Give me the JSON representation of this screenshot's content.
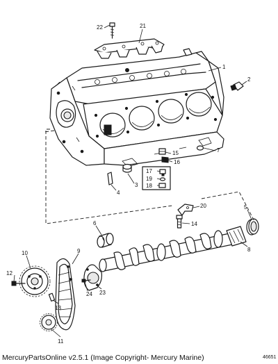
{
  "footer_caption": "MercuryPartsOnline v2.5.1 (Image Copyright- Mercury Marine)",
  "drawing_number": "46651",
  "callouts": {
    "c1": "1",
    "c2": "2",
    "c3": "3",
    "c4": "4",
    "c5": "5",
    "c6": "6",
    "c7": "7",
    "c8": "8",
    "c9": "9",
    "c10": "10",
    "c11": "11",
    "c12": "12",
    "c13": "13",
    "c14": "14",
    "c15": "15",
    "c16": "16",
    "c17": "17",
    "c18": "18",
    "c19": "19",
    "c20": "20",
    "c21": "21",
    "c22": "22",
    "c23": "23",
    "c24": "24"
  }
}
